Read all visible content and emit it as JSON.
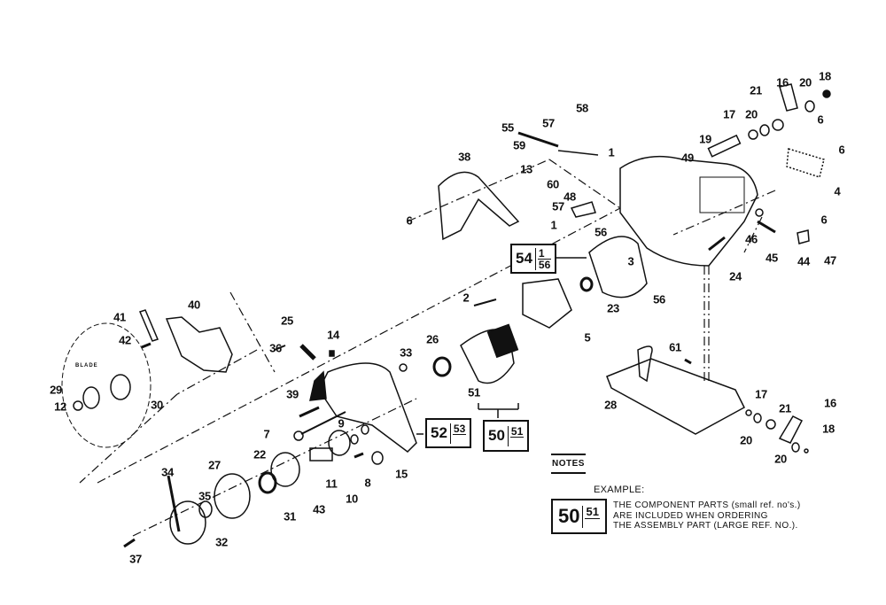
{
  "diagram": {
    "title": "Circular saw exploded parts diagram",
    "blade_label": "BLADE",
    "part_labels": [
      {
        "id": "1a",
        "text": "1"
      },
      {
        "id": "1b",
        "text": "1"
      },
      {
        "id": "2",
        "text": "2"
      },
      {
        "id": "3",
        "text": "3"
      },
      {
        "id": "4",
        "text": "4"
      },
      {
        "id": "5",
        "text": "5"
      },
      {
        "id": "6a",
        "text": "6"
      },
      {
        "id": "6b",
        "text": "6"
      },
      {
        "id": "6c",
        "text": "6"
      },
      {
        "id": "6d",
        "text": "6"
      },
      {
        "id": "7",
        "text": "7"
      },
      {
        "id": "8",
        "text": "8"
      },
      {
        "id": "9",
        "text": "9"
      },
      {
        "id": "10",
        "text": "10"
      },
      {
        "id": "11",
        "text": "11"
      },
      {
        "id": "12",
        "text": "12"
      },
      {
        "id": "13",
        "text": "13"
      },
      {
        "id": "14",
        "text": "14"
      },
      {
        "id": "15",
        "text": "15"
      },
      {
        "id": "16a",
        "text": "16"
      },
      {
        "id": "16b",
        "text": "16"
      },
      {
        "id": "17a",
        "text": "17"
      },
      {
        "id": "17b",
        "text": "17"
      },
      {
        "id": "18a",
        "text": "18"
      },
      {
        "id": "18b",
        "text": "18"
      },
      {
        "id": "19",
        "text": "19"
      },
      {
        "id": "20a",
        "text": "20"
      },
      {
        "id": "20b",
        "text": "20"
      },
      {
        "id": "20c",
        "text": "20"
      },
      {
        "id": "20d",
        "text": "20"
      },
      {
        "id": "21a",
        "text": "21"
      },
      {
        "id": "21b",
        "text": "21"
      },
      {
        "id": "22",
        "text": "22"
      },
      {
        "id": "23",
        "text": "23"
      },
      {
        "id": "24",
        "text": "24"
      },
      {
        "id": "25",
        "text": "25"
      },
      {
        "id": "26",
        "text": "26"
      },
      {
        "id": "27",
        "text": "27"
      },
      {
        "id": "28",
        "text": "28"
      },
      {
        "id": "29",
        "text": "29"
      },
      {
        "id": "30",
        "text": "30"
      },
      {
        "id": "31",
        "text": "31"
      },
      {
        "id": "32",
        "text": "32"
      },
      {
        "id": "33",
        "text": "33"
      },
      {
        "id": "34",
        "text": "34"
      },
      {
        "id": "35",
        "text": "35"
      },
      {
        "id": "36",
        "text": "36"
      },
      {
        "id": "37",
        "text": "37"
      },
      {
        "id": "38",
        "text": "38"
      },
      {
        "id": "39",
        "text": "39"
      },
      {
        "id": "40",
        "text": "40"
      },
      {
        "id": "41",
        "text": "41"
      },
      {
        "id": "42",
        "text": "42"
      },
      {
        "id": "43",
        "text": "43"
      },
      {
        "id": "44",
        "text": "44"
      },
      {
        "id": "45",
        "text": "45"
      },
      {
        "id": "46",
        "text": "46"
      },
      {
        "id": "47",
        "text": "47"
      },
      {
        "id": "48",
        "text": "48"
      },
      {
        "id": "49",
        "text": "49"
      },
      {
        "id": "51",
        "text": "51"
      },
      {
        "id": "55",
        "text": "55"
      },
      {
        "id": "56a",
        "text": "56"
      },
      {
        "id": "56b",
        "text": "56"
      },
      {
        "id": "57a",
        "text": "57"
      },
      {
        "id": "57b",
        "text": "57"
      },
      {
        "id": "58",
        "text": "58"
      },
      {
        "id": "59",
        "text": "59"
      },
      {
        "id": "60",
        "text": "60"
      },
      {
        "id": "61",
        "text": "61"
      }
    ],
    "assembly_boxes": [
      {
        "id": "field",
        "main": "54",
        "components_top": "1",
        "components_bottom": "56"
      },
      {
        "id": "gear",
        "main": "52",
        "components_top": "53",
        "components_bottom": ""
      },
      {
        "id": "armature",
        "main": "50",
        "components_top": "51",
        "components_bottom": ""
      }
    ]
  },
  "notes": {
    "title": "NOTES",
    "example_label": "EXAMPLE:",
    "example_box": {
      "main": "50",
      "components_top": "51"
    },
    "lines": [
      "THE COMPONENT PARTS (small ref. no's.)",
      "ARE INCLUDED WHEN ORDERING",
      "THE ASSEMBLY PART (LARGE REF. NO.)."
    ]
  }
}
